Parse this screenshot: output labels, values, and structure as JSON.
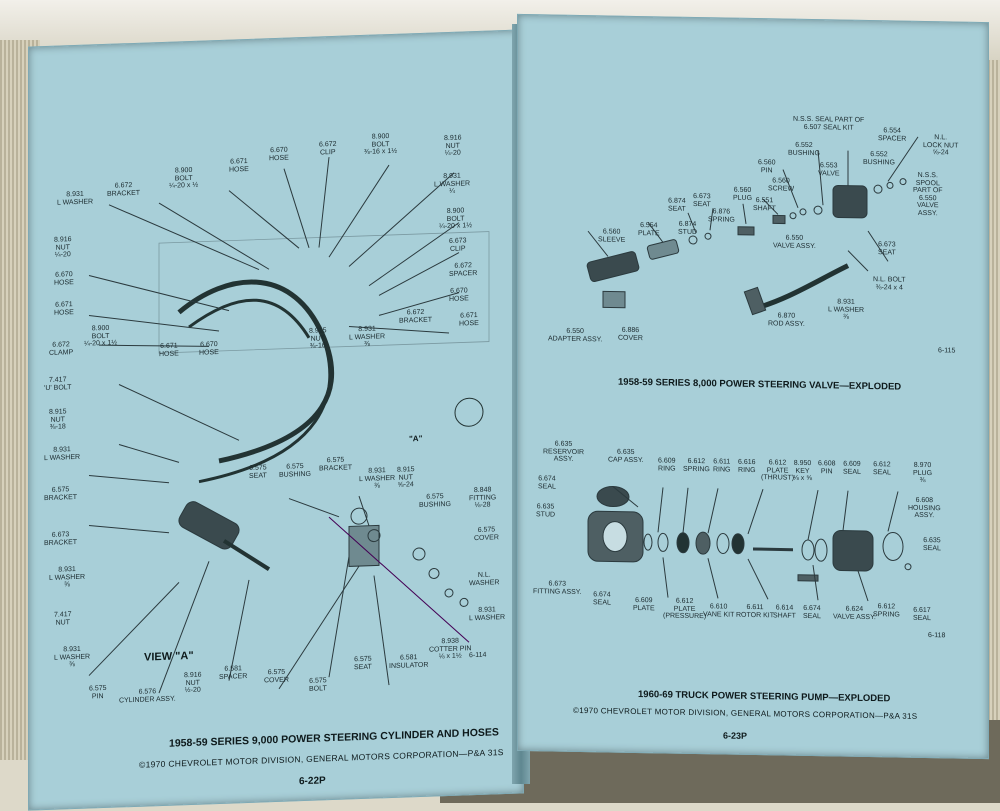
{
  "left_page": {
    "labels": [
      "8.931\nL WASHER",
      "6.672\nBRACKET",
      "8.900\nBOLT\n¼-20 x ½",
      "6.671\nHOSE",
      "6.670\nHOSE",
      "6.672\nCLIP",
      "8.900\nBOLT\n⅜-16 x 1½",
      "8.916\nNUT\n¼-20",
      "8.931\nL WASHER\n¼",
      "8.916\nNUT\n¼-20",
      "8.900\nBOLT\n¼-20 x 1½",
      "6.673\nCLIP",
      "6.670\nHOSE",
      "6.672\nSPACER",
      "6.671\nHOSE",
      "6.670\nHOSE",
      "6.672\nBRACKET",
      "6.671\nHOSE",
      "8.900\nBOLT\n¼-20 x 1½",
      "6.671\nHOSE",
      "6.670\nHOSE",
      "8.915\nNUT\n⅜-16",
      "8.931\nL WASHER\n⅜",
      "6.672\nCLAMP",
      "7.417\n'U' BOLT",
      "8.915\nNUT\n⅜-18",
      "8.931\nL WASHER",
      "6.575\nBRACKET",
      "6.673\nBRACKET",
      "8.931\nL WASHER\n⅜",
      "7.417\nNUT",
      "8.931\nL WASHER\n⅜",
      "6.575\nSEAT",
      "6.575\nBUSHING",
      "6.575\nBRACKET",
      "8.931\nL WASHER\n⅜",
      "8.915\nNUT\n⅝-24",
      "6.575\nBUSHING",
      "8.848\nFITTING\n⅛-28",
      "6.575\nCOVER",
      "6.581\nSPACER",
      "6.575\nBOLT",
      "6.575\nCOVER",
      "6.575\nSEAT",
      "6.581\nINSULATOR",
      "8.938\nCOTTER PIN\n⅛ x 1½",
      "6.575\nPIN",
      "6.576\nCYLINDER ASSY.",
      "8.916\nNUT\n½-20",
      "N.L.\nWASHER",
      "8.931\nL WASHER",
      "6-114"
    ],
    "view_label": "VIEW \"A\"",
    "detail_label": "\"A\"",
    "caption": "1958-59 SERIES 9,000 POWER STEERING CYLINDER AND HOSES",
    "copyright": "©1970 CHEVROLET MOTOR DIVISION, GENERAL MOTORS CORPORATION—P&A 31S",
    "page_number": "6-22P"
  },
  "right_page": {
    "labels_top": [
      "N.S.S. SEAL PART OF\n6.507 SEAL KIT",
      "6.554\nSPACER",
      "N.L.\nLOCK NUT\n⅝-24",
      "6.552\nBUSHING",
      "6.552\nBUSHING",
      "6.560\nPIN",
      "6.560\nSCREW",
      "6.553\nVALVE",
      "N.S.S.\nSPOOL\nPART OF\n6.550\nVALVE\nASSY.",
      "6.874\nSEAT",
      "6.673\nSEAT",
      "6.560\nPLUG",
      "6.551\nSHAFT",
      "6.876\nSPRING",
      "6.874\nSTUD",
      "6.560\nSLEEVE",
      "6.554\nPLATE",
      "6.550\nVALVE ASSY.",
      "6.673\nSEAT",
      "N.L. BOLT\n⅜-24 x 4",
      "8.931\nL WASHER\n⅜",
      "6.870\nROD ASSY.",
      "6.550\nADAPTER ASSY.",
      "6.886\nCOVER",
      "6-115"
    ],
    "caption_top": "1958-59 SERIES 8,000 POWER STEERING VALVE—EXPLODED",
    "labels_bottom": [
      "6.635\nRESERVOIR\nASSY.",
      "6.635\nCAP ASSY.",
      "6.609\nRING",
      "6.612\nSPRING",
      "6.611\nRING",
      "6.616\nRING",
      "6.612\nPLATE\n(THRUST)",
      "8.950\nKEY\n⅛ x ⅝",
      "6.608\nPIN",
      "6.609\nSEAL",
      "6.612\nSEAL",
      "8.970\nPLUG\n⅜",
      "6.674\nSEAL",
      "6.608\nHOUSING\nASSY.",
      "6.635\nSTUD",
      "6.635\nSEAL",
      "6.673\nFITTING ASSY.",
      "6.674\nSEAL",
      "6.609\nPLATE",
      "6.612\nPLATE\n(PRESSURE)",
      "6.610\nVANE KIT",
      "6.611\nROTOR KIT",
      "6.614\nSHAFT",
      "6.674\nSEAL",
      "6.624\nVALVE ASSY.",
      "6.612\nSPRING",
      "6.617\nSEAL",
      "6-118"
    ],
    "caption_bottom": "1960-69 TRUCK POWER STEERING PUMP—EXPLODED",
    "copyright": "©1970 CHEVROLET MOTOR DIVISION, GENERAL MOTORS CORPORATION—P&A 31S",
    "page_number": "6-23P"
  }
}
